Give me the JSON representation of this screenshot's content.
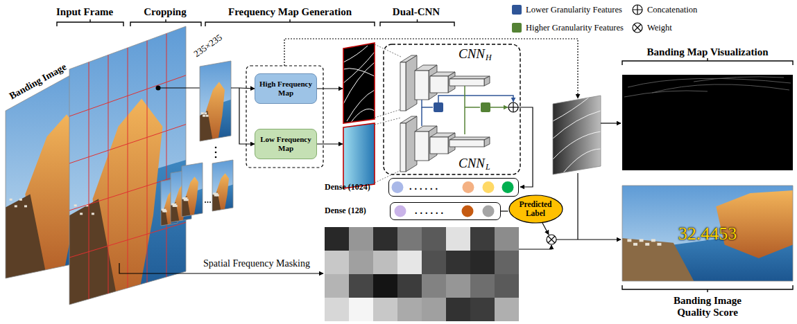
{
  "diagram": {
    "nodes": [
      {
        "text": [
          "High Frequency Map"
        ]
      },
      {
        "text": [
          "Low Frequency Map"
        ]
      },
      {
        "text": [
          "Dense (1024)",
          "......"
        ]
      },
      {
        "text": [
          "Dense (128)",
          "......"
        ]
      },
      {
        "text": [
          "Predicted Label"
        ]
      }
    ],
    "edges": [
      {
        "from": 3,
        "to": 4,
        "arrow": "none"
      }
    ],
    "labels": [
      "Input Frame",
      "Cropping",
      "Frequency Map Generation",
      "Dual-CNN",
      "Banding Image",
      "235×235",
      "CNN",
      "H",
      "CNN",
      "L",
      "Spatial Frequency Masking",
      "Banding Map Visualization",
      "32.4453",
      "Banding Image Quality Score"
    ],
    "legend": [
      {
        "text": "Lower Granularity Features",
        "color": "#2f5597"
      },
      {
        "text": "Higher Granularity Features",
        "color": "#548235"
      },
      {
        "text": "Concatenation"
      },
      {
        "text": "Weight"
      }
    ]
  }
}
